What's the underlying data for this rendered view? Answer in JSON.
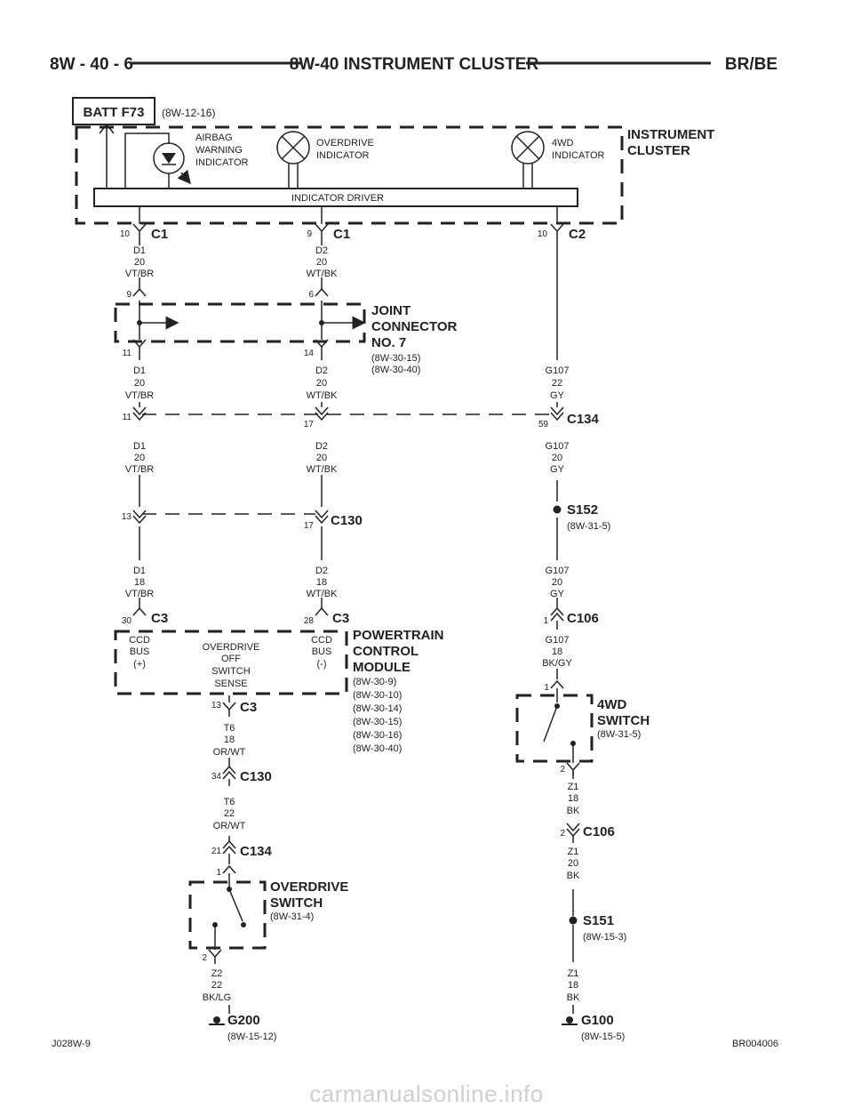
{
  "header": {
    "page_number": "8W - 40 - 6",
    "title": "8W-40 INSTRUMENT CLUSTER",
    "model": "BR/BE"
  },
  "footer": {
    "left_code": "J028W-9",
    "right_code": "BR004006",
    "watermark": "carmanualsonline.info"
  },
  "diagram": {
    "batt": {
      "label": "BATT F73",
      "ref": "(8W-12-16)"
    },
    "cluster": {
      "label": [
        "INSTRUMENT",
        "CLUSTER"
      ],
      "driver": "INDICATOR DRIVER",
      "airbag": [
        "AIRBAG",
        "WARNING",
        "INDICATOR"
      ],
      "overdrive": [
        "OVERDRIVE",
        "INDICATOR"
      ],
      "fourwd": [
        "4WD",
        "INDICATOR"
      ]
    },
    "cluster_pins": [
      {
        "pin": "10",
        "conn": "C1"
      },
      {
        "pin": "9",
        "conn": "C1"
      },
      {
        "pin": "10",
        "conn": "C2"
      }
    ],
    "joint": {
      "label": [
        "JOINT",
        "CONNECTOR",
        "NO. 7"
      ],
      "refs": [
        "(8W-30-15)",
        "(8W-30-40)"
      ],
      "pins_top": [
        "9",
        "6"
      ],
      "pins_bottom": [
        "11",
        "14"
      ]
    },
    "c134_top": {
      "pins": [
        "11",
        "17",
        "59"
      ],
      "conn": "C134"
    },
    "c130_mid": {
      "pins": [
        "13",
        "17"
      ],
      "conn": "C130"
    },
    "s152": {
      "label": "S152",
      "ref": "(8W-31-5)"
    },
    "pcm": {
      "label": [
        "POWERTRAIN",
        "CONTROL",
        "MODULE"
      ],
      "refs": [
        "(8W-30-9)",
        "(8W-30-10)",
        "(8W-30-14)",
        "(8W-30-15)",
        "(8W-30-16)",
        "(8W-30-40)"
      ],
      "ccd_pos": [
        "CCD",
        "BUS",
        "(+)"
      ],
      "ccd_neg": [
        "CCD",
        "BUS",
        "(-)"
      ],
      "od_sense": [
        "OVERDRIVE",
        "OFF",
        "SWITCH",
        "SENSE"
      ],
      "pins_top": [
        {
          "pin": "30",
          "conn": "C3"
        },
        {
          "pin": "28",
          "conn": "C3"
        }
      ],
      "pin_bottom": {
        "pin": "13",
        "conn": "C3"
      }
    },
    "c106_top": {
      "pin": "1",
      "conn": "C106"
    },
    "fourwd_switch": {
      "label": [
        "4WD",
        "SWITCH"
      ],
      "ref": "(8W-31-5)",
      "pin_top": "1",
      "pin_bottom": "2"
    },
    "c106_bot": {
      "pin": "2",
      "conn": "C106"
    },
    "s151": {
      "label": "S151",
      "ref": "(8W-15-3)"
    },
    "g100": {
      "label": "G100",
      "ref": "(8W-15-5)"
    },
    "c130_low": {
      "pin": "34",
      "conn": "C130"
    },
    "c134_low": {
      "pin": "21",
      "conn": "C134"
    },
    "od_switch": {
      "label": [
        "OVERDRIVE",
        "SWITCH"
      ],
      "ref": "(8W-31-4)",
      "pin_top": "1",
      "pin_bottom": "2"
    },
    "g200": {
      "label": "G200",
      "ref": "(8W-15-12)"
    },
    "wires": {
      "d1_a": [
        "D1",
        "20",
        "VT/BR"
      ],
      "d2_a": [
        "D2",
        "20",
        "WT/BK"
      ],
      "d1_b": [
        "D1",
        "20",
        "VT/BR"
      ],
      "d2_b": [
        "D2",
        "20",
        "WT/BK"
      ],
      "g107_a": [
        "G107",
        "22",
        "GY"
      ],
      "d1_c": [
        "D1",
        "20",
        "VT/BR"
      ],
      "d2_c": [
        "D2",
        "20",
        "WT/BK"
      ],
      "g107_b": [
        "G107",
        "20",
        "GY"
      ],
      "d1_d": [
        "D1",
        "18",
        "VT/BR"
      ],
      "d2_d": [
        "D2",
        "18",
        "WT/BK"
      ],
      "g107_c": [
        "G107",
        "20",
        "GY"
      ],
      "g107_d": [
        "G107",
        "18",
        "BK/GY"
      ],
      "t6_a": [
        "T6",
        "18",
        "OR/WT"
      ],
      "t6_b": [
        "T6",
        "22",
        "OR/WT"
      ],
      "z1_a": [
        "Z1",
        "18",
        "BK"
      ],
      "z1_b": [
        "Z1",
        "20",
        "BK"
      ],
      "z1_c": [
        "Z1",
        "18",
        "BK"
      ],
      "z2": [
        "Z2",
        "22",
        "BK/LG"
      ]
    }
  }
}
